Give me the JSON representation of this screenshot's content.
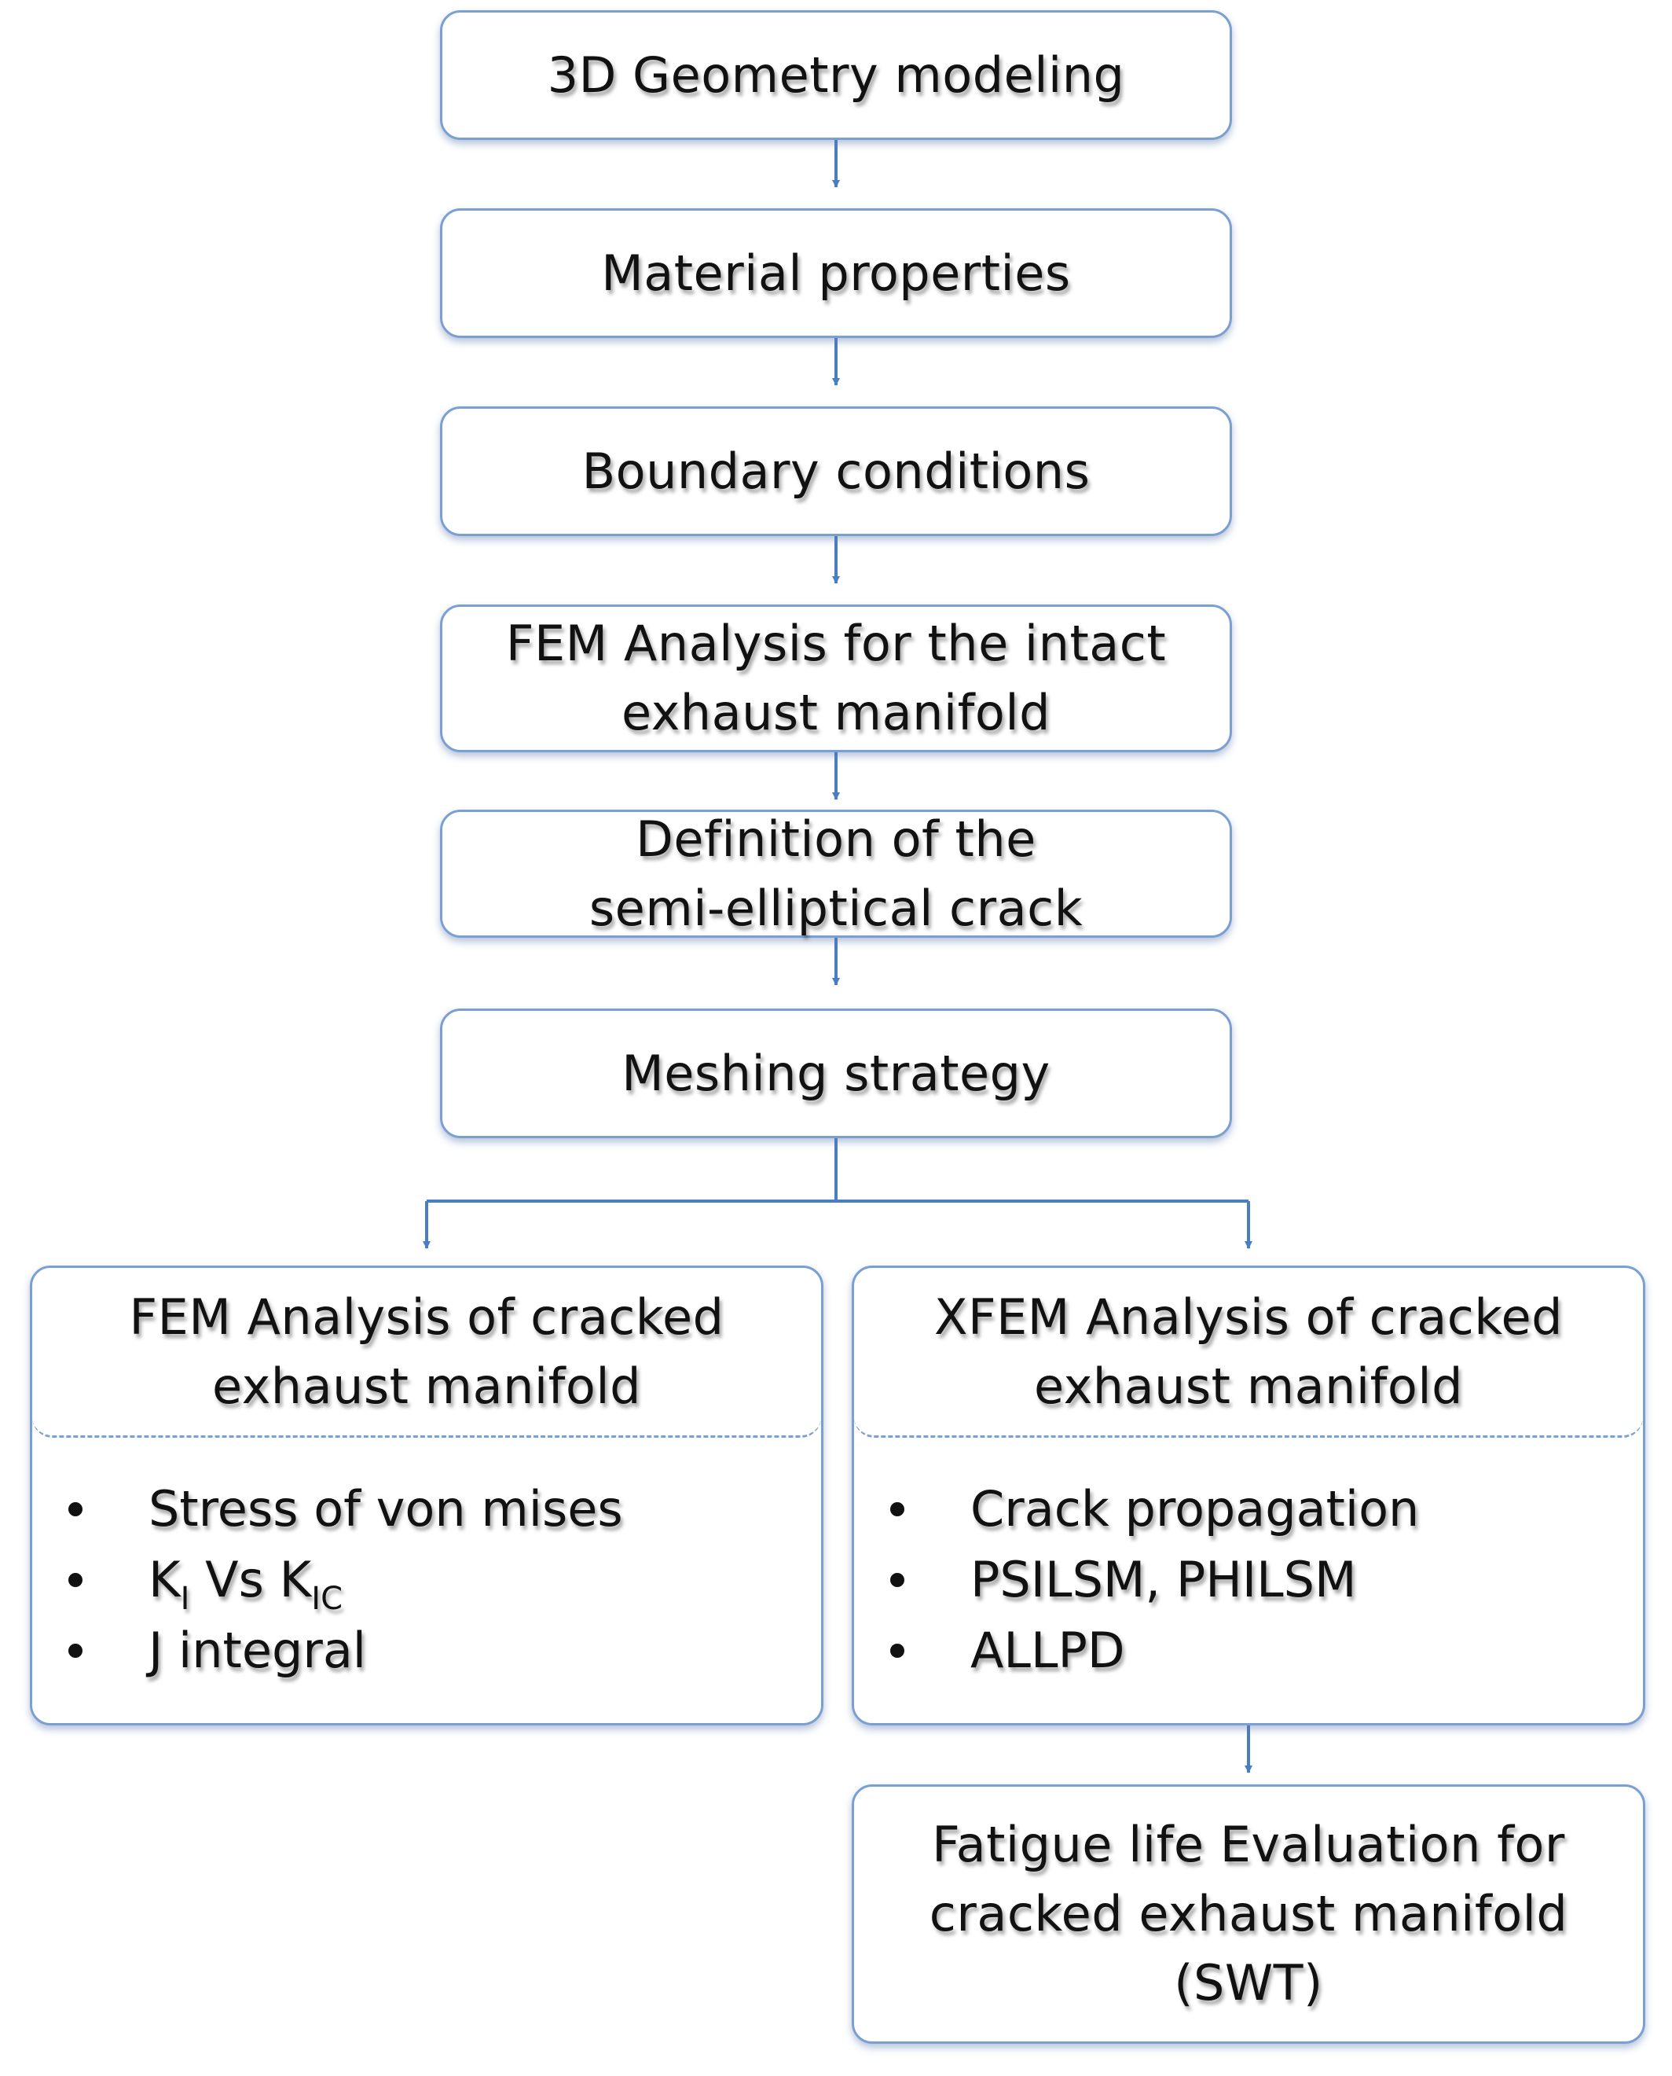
{
  "steps": {
    "geometry": "3D Geometry modeling",
    "material": "Material properties",
    "boundary": "Boundary conditions",
    "fem_intact_1": "FEM Analysis for the intact",
    "fem_intact_2": "exhaust manifold",
    "crack_def_1": "Definition of the",
    "crack_def_2": "semi-elliptical crack",
    "meshing": "Meshing strategy"
  },
  "fem_panel": {
    "title_1": "FEM Analysis of cracked",
    "title_2": "exhaust manifold",
    "items": {
      "von_mises": "Stress of von mises",
      "k1_base": "K",
      "k1_sub": "I",
      "k_vs": " Vs K",
      "kic_sub": "IC",
      "j_integral": "J integral"
    }
  },
  "xfem_panel": {
    "title_1": "XFEM Analysis of cracked",
    "title_2": "exhaust manifold",
    "items": [
      "Crack propagation",
      "PSILSM, PHILSM",
      "ALLPD"
    ]
  },
  "fatigue": {
    "line_1": "Fatigue life Evaluation for",
    "line_2": "cracked exhaust manifold",
    "line_3": "(SWT)"
  },
  "colors": {
    "box_border": "#7a9fd3",
    "connector": "#4a7ec2",
    "text": "#111111"
  }
}
